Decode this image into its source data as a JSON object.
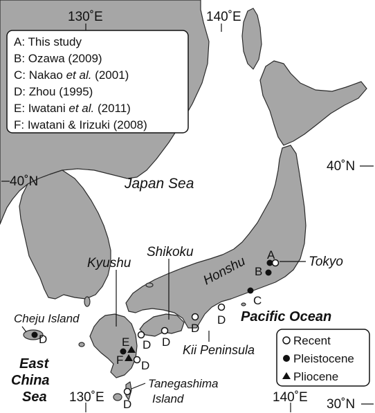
{
  "map": {
    "graticule": {
      "lon_top": [
        "130˚E",
        "140˚E"
      ],
      "lon_bottom": [
        "130˚E",
        "140˚E"
      ],
      "lat_right": [
        "40˚N",
        "30˚N"
      ],
      "lat_left": [
        "40˚N"
      ]
    },
    "references": [
      {
        "key": "A",
        "pre": "A: This study",
        "etal": "",
        "post": ""
      },
      {
        "key": "B",
        "pre": "B: Ozawa (2009)",
        "etal": "",
        "post": ""
      },
      {
        "key": "C",
        "pre": "C: Nakao ",
        "etal": "et al.",
        "post": " (2001)"
      },
      {
        "key": "D",
        "pre": "D: Zhou (1995)",
        "etal": "",
        "post": ""
      },
      {
        "key": "E",
        "pre": "E: Iwatani ",
        "etal": "et al.",
        "post": " (2011)"
      },
      {
        "key": "F",
        "pre": "F: Iwatani & Irizuki (2008)",
        "etal": "",
        "post": ""
      }
    ],
    "place_labels": {
      "japan_sea": "Japan Sea",
      "pacific_ocean": "Pacific Ocean",
      "east_china_sea": [
        "East",
        "China",
        "Sea"
      ],
      "kyushu": "Kyushu",
      "shikoku": "Shikoku",
      "honshu": "Honshu",
      "tokyo": "Tokyo",
      "cheju": "Cheju Island",
      "kii": "Kii Peninsula",
      "tanegashima": [
        "Tanegashima",
        "Island"
      ]
    },
    "legend": [
      {
        "symbol": "open-circle",
        "label": "Recent"
      },
      {
        "symbol": "filled-circle",
        "label": "Pleistocene"
      },
      {
        "symbol": "filled-triangle",
        "label": "Pliocene"
      }
    ],
    "site_letters": [
      "A",
      "B",
      "C",
      "D",
      "D",
      "D",
      "D",
      "D",
      "D",
      "E",
      "F",
      "D"
    ],
    "sites": [
      {
        "ref": "A",
        "type": "Recent"
      },
      {
        "ref": "A",
        "type": "Pleistocene"
      },
      {
        "ref": "B",
        "type": "Pleistocene"
      },
      {
        "ref": "C",
        "type": "Pleistocene"
      },
      {
        "ref": "D",
        "type": "Recent"
      },
      {
        "ref": "D",
        "type": "Recent"
      },
      {
        "ref": "D",
        "type": "Recent"
      },
      {
        "ref": "D",
        "type": "Recent"
      },
      {
        "ref": "D",
        "type": "Recent"
      },
      {
        "ref": "D",
        "type": "Pleistocene"
      },
      {
        "ref": "E",
        "type": "Pleistocene"
      },
      {
        "ref": "E",
        "type": "Pliocene"
      },
      {
        "ref": "F",
        "type": "Pliocene"
      },
      {
        "ref": "D",
        "type": "Recent"
      }
    ]
  }
}
